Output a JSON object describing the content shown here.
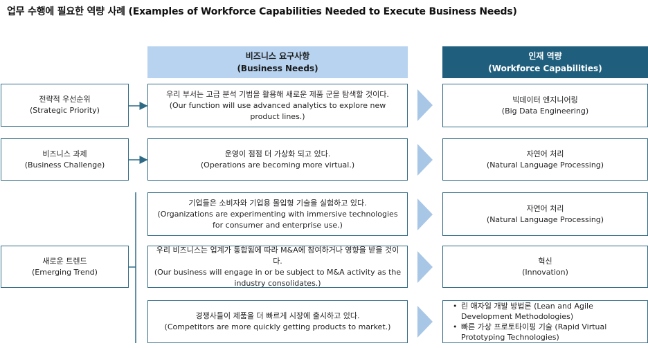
{
  "title": "업무 수행에 필요한 역량 사례 (Examples of Workforce Capabilities Needed to Execute Business Needs)",
  "headers": {
    "business_needs": {
      "ko": "비즈니스 요구사항",
      "en": "(Business Needs)"
    },
    "workforce_capabilities": {
      "ko": "인재 역량",
      "en": "(Workforce Capabilities)"
    }
  },
  "left_items": [
    {
      "ko": "전략적 우선순위",
      "en": "(Strategic Priority)"
    },
    {
      "ko": "비즈니스 과제",
      "en": "(Business Challenge)"
    },
    {
      "ko": "새로운 트렌드",
      "en": "(Emerging Trend)"
    }
  ],
  "needs": [
    {
      "ko": "우리 부서는 고급 분석 기법을 활용해 새로운 제품 군을 탐색할 것이다.",
      "en": "(Our function will use advanced analytics to explore new product lines.)"
    },
    {
      "ko": "운영이 점점 더 가상화 되고 있다.",
      "en": "(Operations are becoming more virtual.)"
    },
    {
      "ko": "기업들은 소비자와 기업용 몰입형 기술을  실험하고 있다.",
      "en": "(Organizations are experimenting with immersive technologies for consumer and enterprise use.)"
    },
    {
      "ko": "우리 비즈니스는 업계가 통합됨에 따라 M&A에 참여하거나 영향을 받을 것이다.",
      "en": "(Our business will engage in or be subject to M&A activity as the industry consolidates.)"
    },
    {
      "ko": "경쟁사들이 제품을 더 빠르게 시장에 출시하고 있다.",
      "en": "(Competitors are more quickly getting products to market.)"
    }
  ],
  "capabilities": [
    {
      "ko": "빅데이터 엔지니어링",
      "en": "(Big Data Engineering)"
    },
    {
      "ko": "자연어 처리",
      "en": "(Natural Language Processing)"
    },
    {
      "ko": "자연어 처리",
      "en": "(Natural Language Processing)"
    },
    {
      "ko": "혁신",
      "en": "(Innovation)"
    }
  ],
  "capability_bullets": [
    "린 애자일 개발 방법론 (Lean and Agile Development Methodologies)",
    "빠른 가상 프로토타이핑 기술 (Rapid Virtual Prototyping Technologies)"
  ],
  "colors": {
    "border": "#2f6a85",
    "header_light": "#b7d3f0",
    "header_dark": "#1f5f7d",
    "chevron": "#a8c6e6"
  }
}
